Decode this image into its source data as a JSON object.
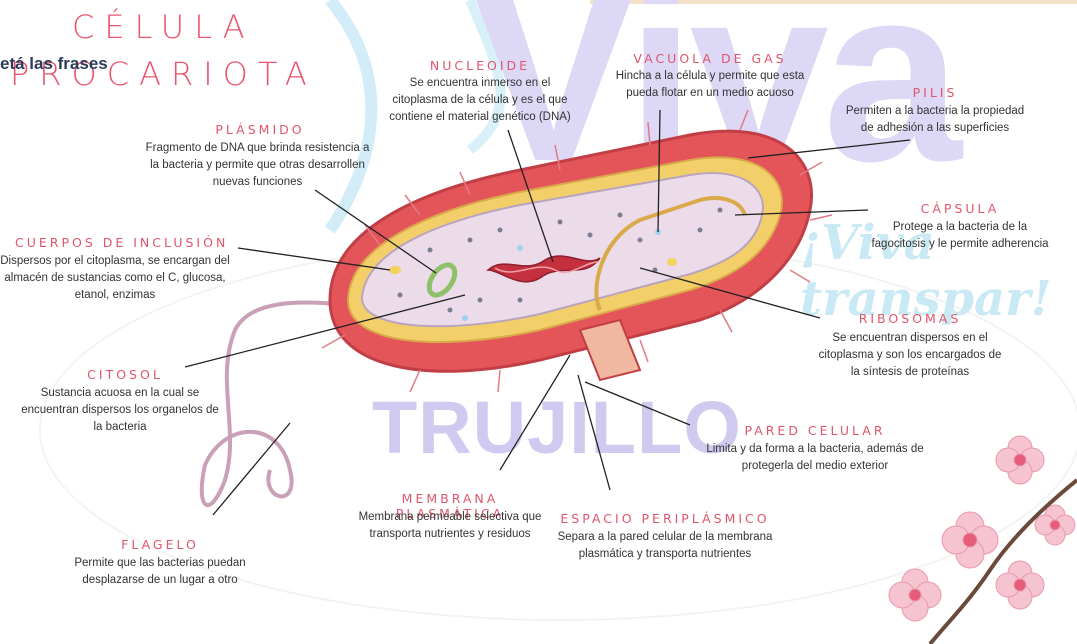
{
  "watermarks": {
    "main": "Viva",
    "city": "TRUJILLO",
    "tagline": "¡Viva transpar!"
  },
  "title": {
    "line1": "CÉLULA",
    "line2": "PROCARIOTA"
  },
  "overlay_text": "etá las frases",
  "labels": {
    "nucleoide": {
      "name": "NUCLEOIDE",
      "desc": [
        "Se encuentra inmerso en el",
        "citoplasma de la célula y es el que",
        "contiene el material genético (DNA)"
      ]
    },
    "vacuola": {
      "name": "VACUOLA DE GAS",
      "desc": [
        "Hincha a la célula y permite que esta",
        "pueda flotar en un medio acuoso"
      ]
    },
    "pilis": {
      "name": "PILIS",
      "desc": [
        "Permiten a la bacteria la propiedad",
        "de adhesión a las superficies"
      ]
    },
    "plasmido": {
      "name": "PLÁSMIDO",
      "desc": [
        "Fragmento de DNA que brinda resistencia a",
        "la bacteria y permite que otras desarrollen",
        "nuevas funciones"
      ]
    },
    "capsula": {
      "name": "CÁPSULA",
      "desc": [
        "Protege a la bacteria de la",
        "fagocitosis y le permite adherencia"
      ]
    },
    "inclusion": {
      "name": "CUERPOS DE INCLUSIÓN",
      "desc": [
        "Dispersos por el citoplasma, se encargan del",
        "almacén de sustancias como el C, glucosa,",
        "etanol, enzimas"
      ]
    },
    "ribosomas": {
      "name": "RIBOSOMAS",
      "desc": [
        "Se encuentran dispersos en el",
        "citoplasma y son los encargados de",
        "la síntesis de proteínas"
      ]
    },
    "citosol": {
      "name": "CITOSOL",
      "desc": [
        "Sustancia acuosa en la cual se",
        "encuentran dispersos los organelos de",
        "la bacteria"
      ]
    },
    "pared": {
      "name": "PARED CELULAR",
      "desc": [
        "Limita y da forma a la bacteria, además de",
        "protegerla del medio exterior"
      ]
    },
    "membrana": {
      "name": "MEMBRANA PLASMÁTICA",
      "desc": [
        "Membrana permeable selectiva que",
        "transporta nutrientes y residuos"
      ]
    },
    "periplasmico": {
      "name": "ESPACIO PERIPLÁSMICO",
      "desc": [
        "Separa a la pared celular de la membrana",
        "plasmática y transporta nutrientes"
      ]
    },
    "flagelo": {
      "name": "FLAGELO",
      "desc": [
        "Permite que las bacterias puedan",
        "desplazarse de un lugar a otro"
      ]
    }
  },
  "colors": {
    "title": "#e8556c",
    "cell_outer": "#e0504f",
    "cytoplasm": "#ecdcea",
    "wall": "#f0c860",
    "watermark": "#d9d6f4"
  }
}
